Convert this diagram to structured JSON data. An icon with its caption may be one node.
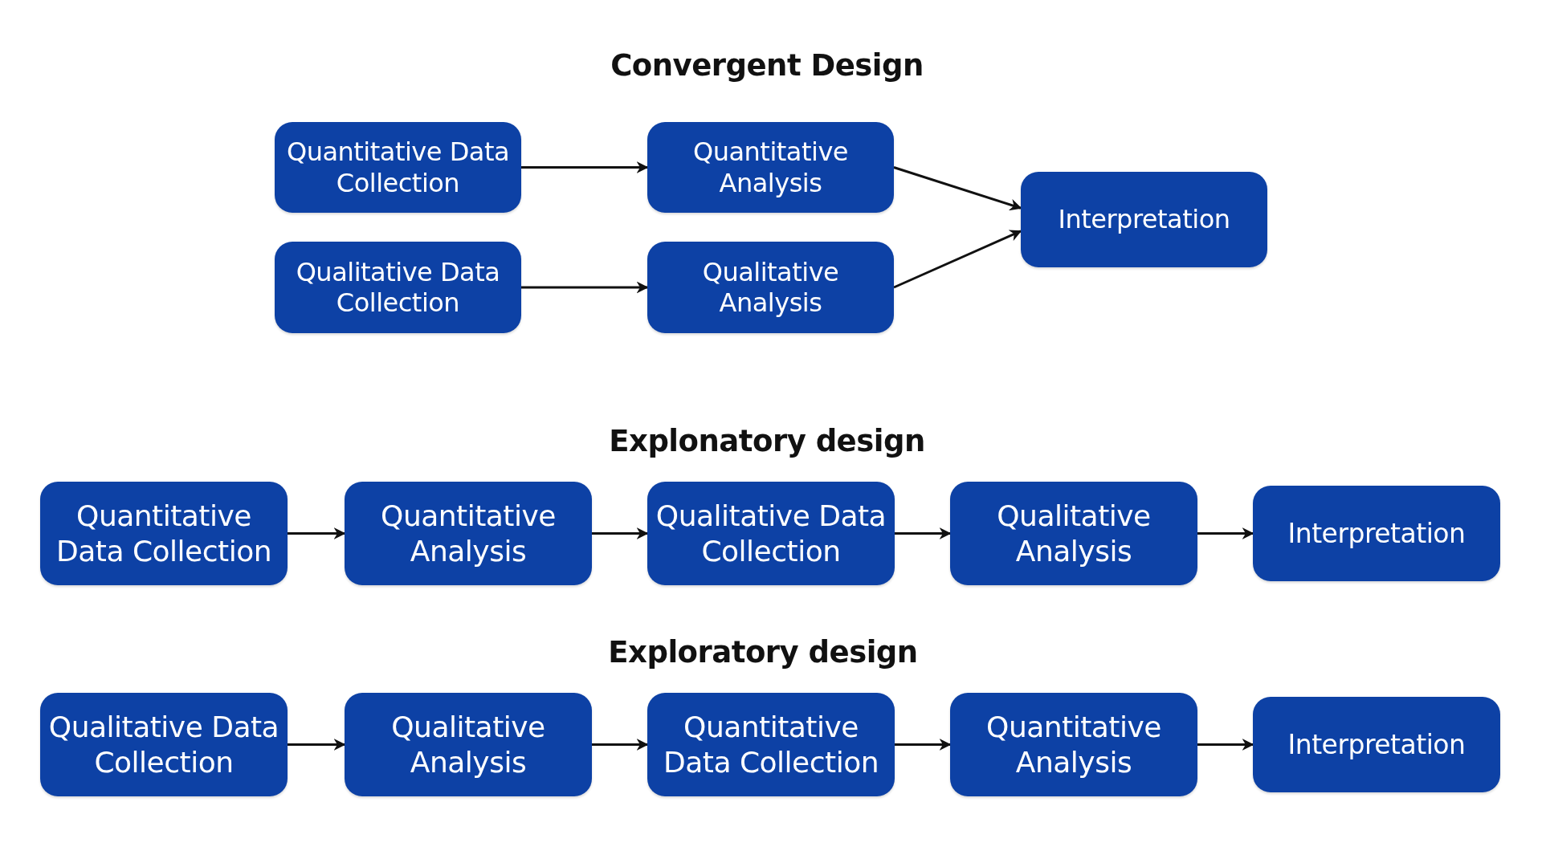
{
  "diagram": {
    "nodes": [
      {
        "text": [
          "Quantitative Data Collection"
        ]
      },
      {
        "text": [
          "Quantitative Analysis"
        ]
      },
      {
        "text": [
          "Qualitative Data Collection"
        ]
      },
      {
        "text": [
          "Qualitative Analysis"
        ]
      },
      {
        "text": [
          "Interpretation"
        ]
      },
      {
        "text": [
          "Quantitative Data Collection"
        ]
      },
      {
        "text": [
          "Quantitative Analysis"
        ]
      },
      {
        "text": [
          "Qualitative Data Collection"
        ]
      },
      {
        "text": [
          "Qualitative Analysis"
        ]
      },
      {
        "text": [
          "Interpretation"
        ]
      },
      {
        "text": [
          "Qualitative Data Collection"
        ]
      },
      {
        "text": [
          "Qualitative Analysis"
        ]
      },
      {
        "text": [
          "Quantitative Data Collection"
        ]
      },
      {
        "text": [
          "Quantitative Analysis"
        ]
      },
      {
        "text": [
          "Interpretation"
        ]
      }
    ],
    "edges": [
      {
        "from": 0,
        "to": 1,
        "arrow": "to"
      },
      {
        "from": 2,
        "to": 3,
        "arrow": "to"
      },
      {
        "from": 1,
        "to": 4,
        "arrow": "to"
      },
      {
        "from": 3,
        "to": 4,
        "arrow": "to"
      },
      {
        "from": 5,
        "to": 6,
        "arrow": "to"
      },
      {
        "from": 6,
        "to": 7,
        "arrow": "to"
      },
      {
        "from": 7,
        "to": 8,
        "arrow": "to"
      },
      {
        "from": 8,
        "to": 9,
        "arrow": "to"
      },
      {
        "from": 10,
        "to": 11,
        "arrow": "to"
      },
      {
        "from": 11,
        "to": 12,
        "arrow": "to"
      },
      {
        "from": 12,
        "to": 13,
        "arrow": "to"
      },
      {
        "from": 13,
        "to": 14,
        "arrow": "to"
      }
    ],
    "labels": [
      "Convergent Design",
      "Explonatory design",
      "Exploratory design"
    ]
  }
}
